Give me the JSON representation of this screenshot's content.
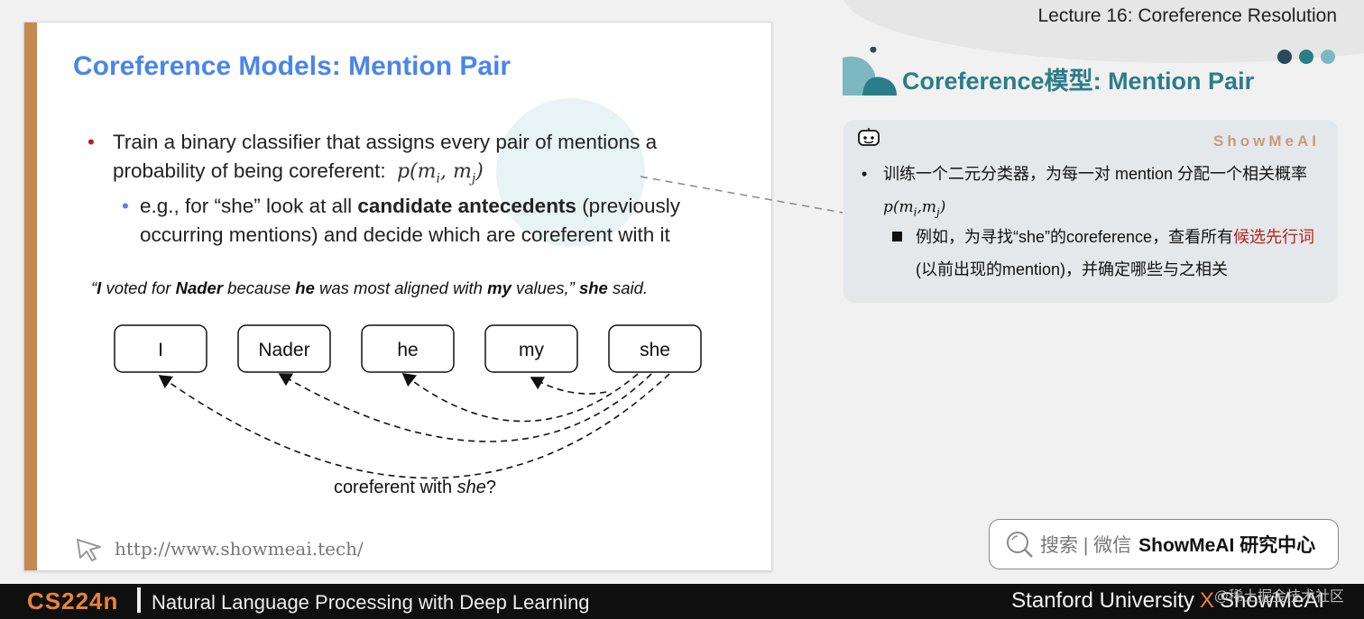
{
  "header": {
    "lecture_title": "Lecture 16: Coreference Resolution"
  },
  "slide": {
    "title": "Coreference Models: Mention Pair",
    "bullet1_text": "Train a binary classifier that assigns every pair of mentions a probability of being coreferent:",
    "bullet1_math": {
      "p": "p",
      "m1": "m",
      "i": "i",
      "m2": "m",
      "j": "j"
    },
    "bullet2": {
      "prefix": "e.g., for “she” look at all ",
      "bold": "candidate antecedents",
      "suffix": " (previously occurring mentions) and decide which are coreferent with it"
    },
    "quote": {
      "q1": "“",
      "b1": "I",
      "t1": " voted for ",
      "b2": "Nader",
      "t2": " because ",
      "b3": "he",
      "t3": " was most aligned with ",
      "b4": "my",
      "t4": " values,” ",
      "b5": "she",
      "t5": " said."
    },
    "mentions": [
      "I",
      "Nader",
      "he",
      "my",
      "she"
    ],
    "diagram_label": {
      "text": "coreferent with ",
      "italic": "she",
      "end": "?"
    },
    "url": "http://www.showmeai.tech/"
  },
  "notes": {
    "title": "Coreference模型: Mention Pair",
    "brand": "ShowMeAI",
    "bullet1": {
      "text": "训练一个二元分类器，为每一对 mention 分配一个相关概率"
    },
    "bullet2": {
      "prefix": "例如，为寻找“she”的coreference，查看所有",
      "highlight": "候选先行词",
      "suffix": "(以前出现的mention)，并确定哪些与之相关"
    },
    "dot_colors": [
      "#2a4a5a",
      "#2a7d89",
      "#7cb8c2"
    ]
  },
  "search": {
    "label": "搜索 | 微信",
    "brand": "ShowMeAI 研究中心"
  },
  "footer": {
    "course": "CS224n",
    "course_name": "Natural Language Processing with Deep Learning",
    "uni": "Stanford University",
    "x": "X",
    "brand": "ShowMeAI",
    "juejin": "@稀土掘金技术社区"
  }
}
